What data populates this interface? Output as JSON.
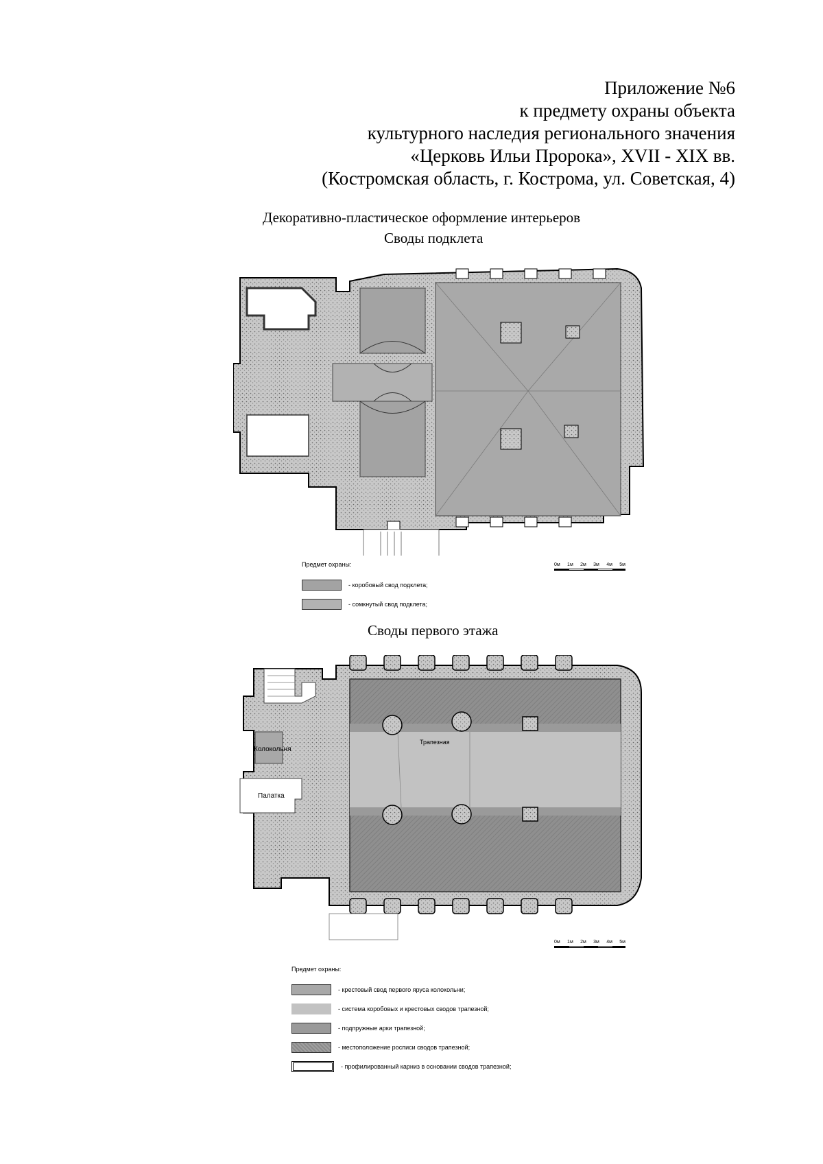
{
  "header": {
    "line1": "Приложение №6",
    "line2": "к предмету охраны объекта",
    "line3": "культурного наследия регионального значения",
    "line4": "«Церковь Ильи Пророка», XVII - XIX вв.",
    "line5": "(Костромская область, г. Кострома, ул. Советская, 4)"
  },
  "section_title": "Декоративно-пластическое оформление интерьеров",
  "plan1": {
    "title": "Своды подклета",
    "legend_title": "Предмет охраны:",
    "legend": [
      {
        "label": "- коробовый свод подклета;",
        "color": "#a3a3a3"
      },
      {
        "label": "- сомкнутый свод подклета;",
        "color": "#b2b2b2"
      }
    ],
    "scale": [
      "0м",
      "1м",
      "2м",
      "3м",
      "4м",
      "5м"
    ]
  },
  "plan2": {
    "title": "Своды первого этажа",
    "rooms": {
      "bell": "Колокольня",
      "refectory": "Трапезная",
      "tent": "Палатка"
    },
    "legend_title": "Предмет охраны:",
    "legend": [
      {
        "label": "- крестовый свод первого яруса колокольни;",
        "color": "#a8a8a8"
      },
      {
        "label": "- система коробовых и крестовых сводов трапезной;",
        "color": "#c2c2c2"
      },
      {
        "label": "- подпружные арки трапезной;",
        "color": "#9a9a9a"
      },
      {
        "label": "- местоположение росписи сводов трапезной;",
        "color": "#8a8a8a"
      },
      {
        "label": "- профилированный карниз в основании сводов трапезной;",
        "color": "#ffffff"
      }
    ],
    "scale": [
      "0м",
      "1м",
      "2м",
      "3м",
      "4м",
      "5м"
    ]
  }
}
